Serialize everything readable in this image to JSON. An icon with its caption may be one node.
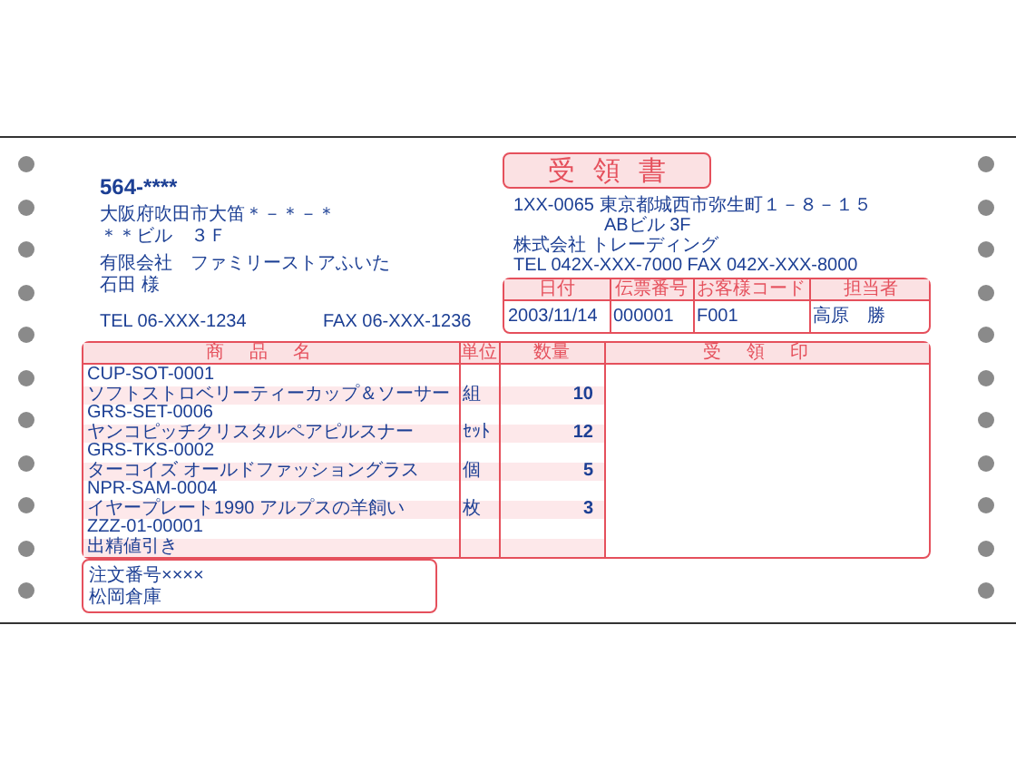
{
  "diagram": {
    "nodes": [
      {
        "text": [
          "受領書"
        ]
      },
      {
        "text": [
          "注文番号××××",
          "松岡倉庫"
        ]
      }
    ],
    "labels": [
      "564-****",
      "大阪府吹田市大笛＊－＊－＊",
      "＊＊ビル　３Ｆ",
      "有限会社　ファミリーストアふいた",
      "石田 様",
      "TEL 06-XXX-1234",
      "FAX 06-XXX-1236",
      "1XX-0065 東京都城西市弥生町１－８－１５",
      "ABビル 3F",
      "株式会社 トレーディング",
      "TEL 042X-XXX-7000 FAX 042X-XXX-8000",
      "日付",
      "伝票番号",
      "お客様コード",
      "担当者",
      "2003/11/14",
      "000001",
      "F001",
      "高原　勝",
      "商品名",
      "単位",
      "数量",
      "受領印",
      "CUP-SOT-0001",
      "ソフトストロベリーティーカップ＆ソーサー",
      "組",
      "10",
      "GRS-SET-0006",
      "ヤンコピッチクリスタルペアピルスナー",
      "ｾｯﾄ",
      "12",
      "GRS-TKS-0002",
      "ターコイズ オールドファッショングラス",
      "個",
      "5",
      "NPR-SAM-0004",
      "イヤープレート1990 アルプスの羊飼い",
      "枚",
      "3",
      "ZZZ-01-00001",
      "出精値引き"
    ]
  }
}
